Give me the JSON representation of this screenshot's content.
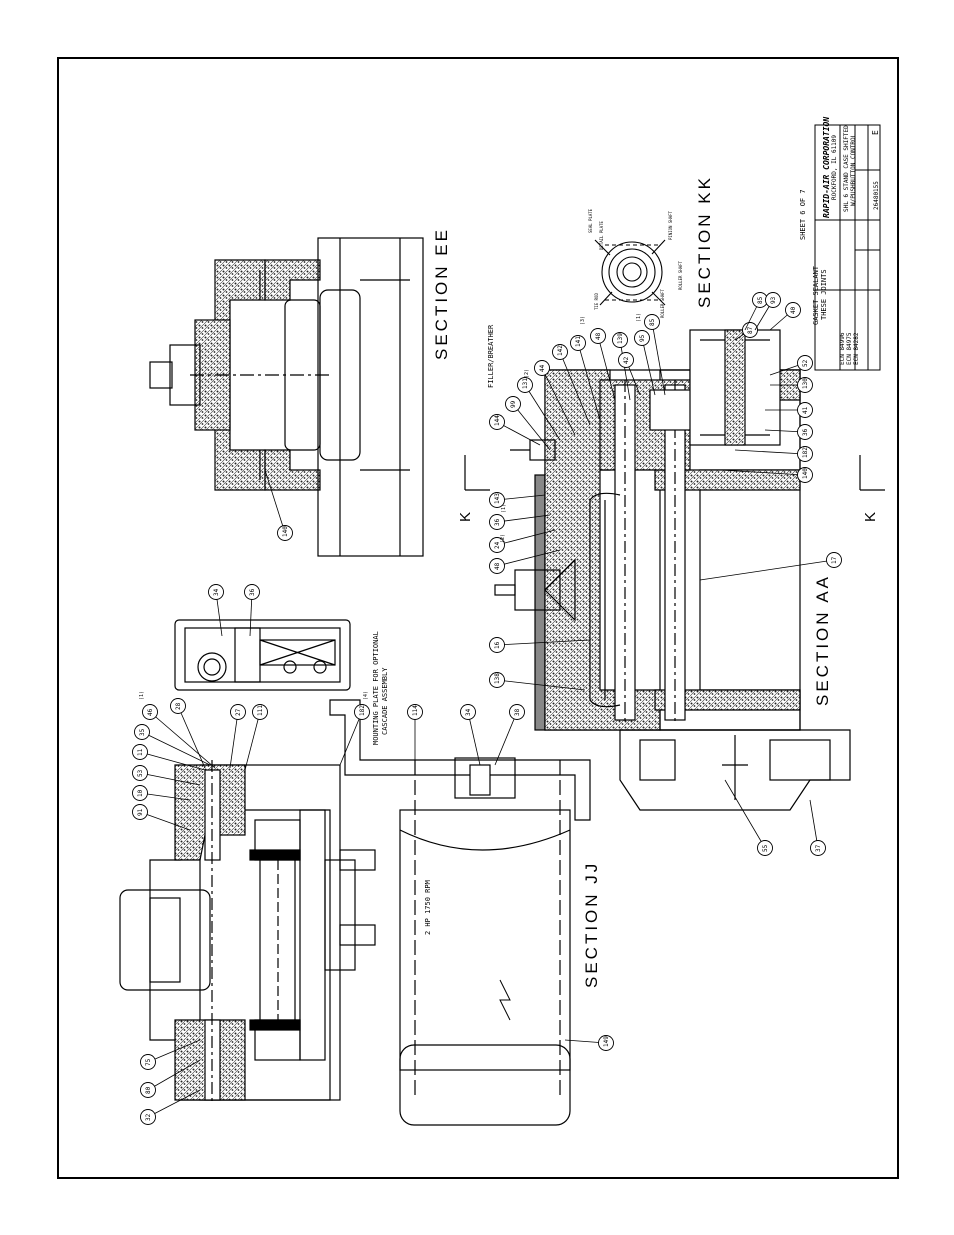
{
  "sections": {
    "jj": "SECTION JJ",
    "ee": "SECTION EE",
    "aa": "SECTION AA",
    "kk": "SECTION KK"
  },
  "notes": {
    "mounting_plate_1": "MOUNTING PLATE FOR OPTIONAL",
    "mounting_plate_2": "CASCADE ASSEMBLY",
    "motor": "2 HP  1750 RPM",
    "filler": "FILLER/BREATHER",
    "gasket_1": "GASKET SEALANT",
    "gasket_2": "THESE JOINTS",
    "sheet": "SHEET 6 OF 7",
    "cutting_plane_k": "K"
  },
  "title_block": {
    "company": "RAPID-AIR CORPORATION",
    "address": "ROCKFORD, IL 61109",
    "desc_1": "SHL 6 STAND CASE SHIFTED",
    "desc_2": "W/PUSHBUTTON CONTROL",
    "dwg_no": "26480155",
    "rev": "E",
    "ecns": [
      "ECN 84996",
      "ECN 84975",
      "ECN 84282"
    ]
  },
  "balloons_jj": [
    "32",
    "80",
    "75",
    "91",
    "10",
    "53",
    "11",
    "35",
    "46",
    "28",
    "27",
    "111",
    "182",
    "114",
    "34",
    "38",
    "149"
  ],
  "balloons_plan": [
    "34",
    "36"
  ],
  "balloons_ee": [
    "140"
  ],
  "balloons_aa": [
    "144",
    "99",
    "131",
    "44",
    "142",
    "141",
    "48",
    "139",
    "42",
    "95",
    "85",
    "143",
    "36",
    "24",
    "48",
    "16",
    "138",
    "17",
    "37",
    "55",
    "87",
    "85",
    "93",
    "40",
    "52",
    "130",
    "41",
    "36",
    "182",
    "140"
  ],
  "qty_marks": [
    "(1)",
    "(2)",
    "(1)",
    "(3)",
    "(2)",
    "(1)",
    "(4)"
  ],
  "kk_callouts": [
    "SEAL PLATE",
    "DETAIL PLATE",
    "PINION SHAFT",
    "TIE ROD",
    "ROLLER SHAFT",
    "ROLLER SHAFT"
  ]
}
